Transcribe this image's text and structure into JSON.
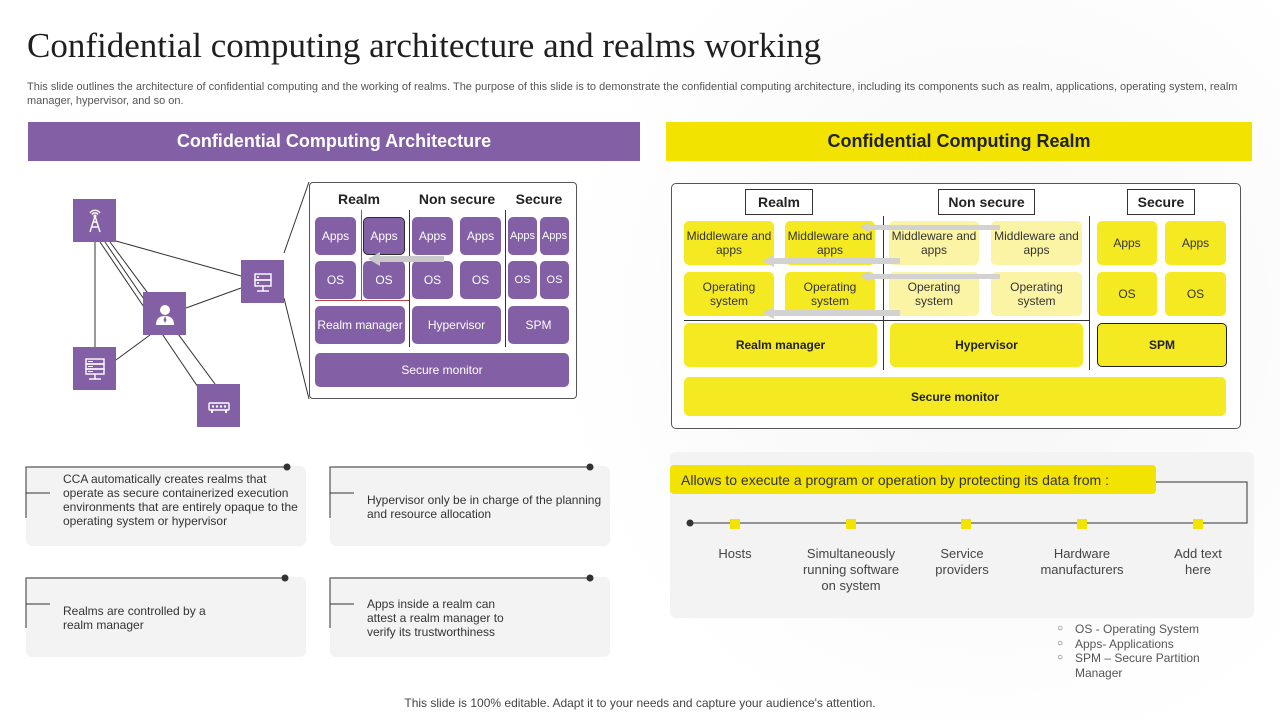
{
  "title": "Confidential computing architecture and realms working",
  "subtitle": "This slide outlines the architecture of confidential computing and the working of realms. The purpose of this slide is to demonstrate the confidential computing architecture, including its components such as realm, applications, operating system, realm manager, hypervisor, and so on.",
  "footer": "This slide is 100% editable. Adapt it to your needs and capture your audience's attention.",
  "colors": {
    "purple": "#8360a6",
    "yellow": "#f2e300",
    "light_yellow": "#fbf4a5"
  },
  "left_panel": {
    "header": "Confidential Computing Architecture",
    "icons": [
      "antenna-tower-icon",
      "user-icon",
      "server-icon",
      "server-rack-icon",
      "router-icon"
    ],
    "columns": {
      "realm": "Realm",
      "non_secure": "Non secure",
      "secure": "Secure"
    },
    "apps": "Apps",
    "os": "OS",
    "realm_manager": "Realm manager",
    "hypervisor": "Hypervisor",
    "spm": "SPM",
    "secure_monitor": "Secure monitor"
  },
  "right_panel": {
    "header": "Confidential Computing Realm",
    "columns": {
      "realm": "Realm",
      "non_secure": "Non secure",
      "secure": "Secure"
    },
    "middleware": "Middleware and apps",
    "operating_system": "Operating system",
    "apps": "Apps",
    "os": "OS",
    "realm_manager": "Realm manager",
    "hypervisor": "Hypervisor",
    "spm": "SPM",
    "secure_monitor": "Secure monitor"
  },
  "notes": [
    "CCA automatically creates realms that operate as secure containerized execution environments that are entirely opaque to the operating system or hypervisor",
    "Hypervisor only be in charge of the planning and resource allocation",
    "Realms are controlled by a realm manager",
    "Apps inside a realm can attest a realm manager to verify its trustworthiness"
  ],
  "timeline": {
    "banner": "Allows to execute a program or operation by protecting its data from :",
    "items": [
      "Hosts",
      "Simultaneously running software on system",
      "Service providers",
      "Hardware manufacturers",
      "Add text here"
    ]
  },
  "legend": [
    "OS - Operating System",
    "Apps- Applications",
    "SPM – Secure Partition Manager"
  ]
}
